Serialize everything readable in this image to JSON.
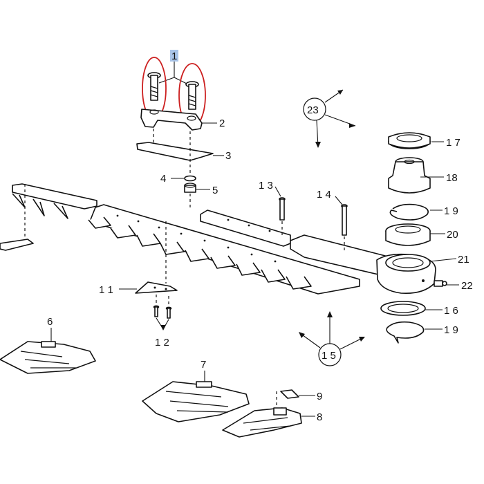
{
  "diagram": {
    "highlight_color": "#cc1f1f",
    "tag_color": "#a9c4e8",
    "line_color": "#111111",
    "callouts": {
      "c1": "1",
      "c2": "2",
      "c3": "3",
      "c4": "4",
      "c5": "5",
      "c6": "6",
      "c7": "7",
      "c8": "8",
      "c9": "9",
      "c11": "1 1",
      "c12": "1 2",
      "c13": "1 3",
      "c14": "1 4",
      "c15": "1 5",
      "c16": "1 6",
      "c17": "1 7",
      "c18": "18",
      "c19a": "1 9",
      "c19b": "1 9",
      "c20": "20",
      "c21": "21",
      "c22": "22",
      "c23": "23"
    }
  }
}
